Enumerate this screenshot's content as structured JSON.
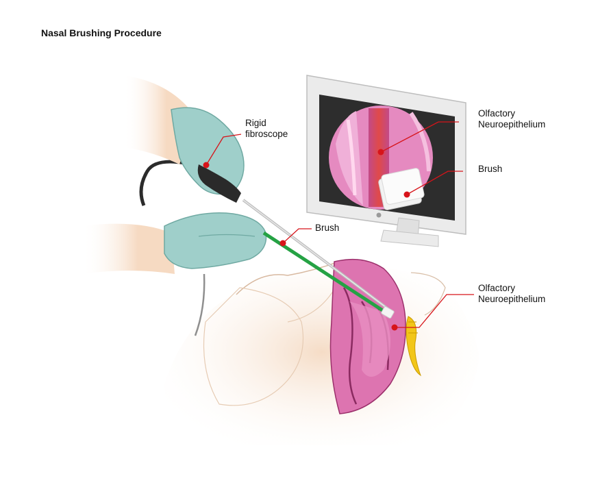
{
  "title": "Nasal Brushing Procedure",
  "labels": {
    "fibroscope": [
      "Rigid",
      "fibroscope"
    ],
    "monitor_olfactory": [
      "Olfactory",
      "Neuroepithelium"
    ],
    "monitor_brush": "Brush",
    "hand_brush": "Brush",
    "head_olfactory": [
      "Olfactory",
      "Neuroepithelium"
    ]
  },
  "colors": {
    "glove": "#9fcfca",
    "skin": "#f6d9c0",
    "nasal_cavity": "#d86aa8",
    "brush_shaft": "#25a244",
    "pointer_dot": "#d7141a",
    "monitor_bezel": "#e8e8e8",
    "olfactory_bulb": "#f2c619"
  }
}
